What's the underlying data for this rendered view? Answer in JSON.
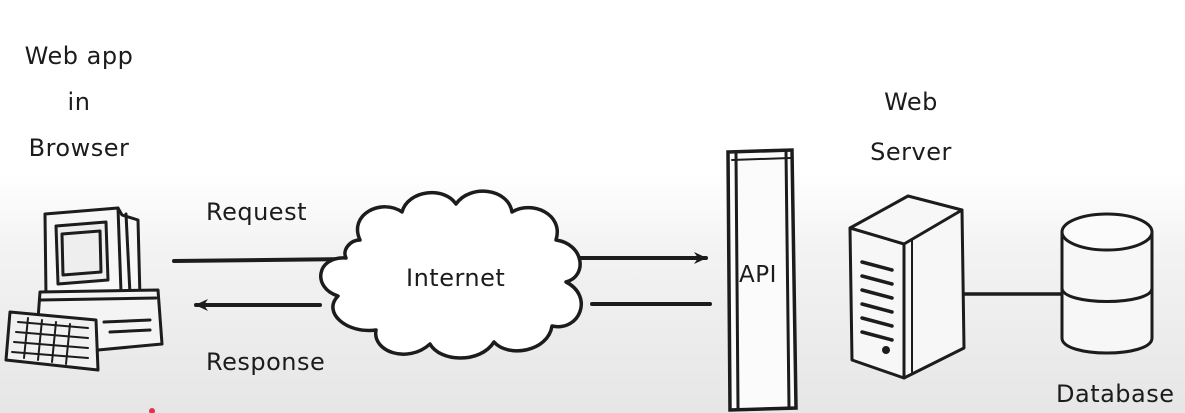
{
  "diagram": {
    "browser": {
      "line1": "Web app",
      "line2": "in",
      "line3": "Browser"
    },
    "server": {
      "line1": "Web",
      "line2": "Server"
    },
    "request_label": "Request",
    "response_label": "Response",
    "cloud_label": "Internet",
    "api_label": "API",
    "database_label": "Database"
  },
  "icons": {
    "computer": "computer-icon",
    "cloud": "cloud-icon",
    "server": "server-icon",
    "database": "database-icon"
  },
  "colors": {
    "ink": "#1c1c1c",
    "background_top": "#ffffff",
    "background_bottom": "#e6e6e6"
  }
}
